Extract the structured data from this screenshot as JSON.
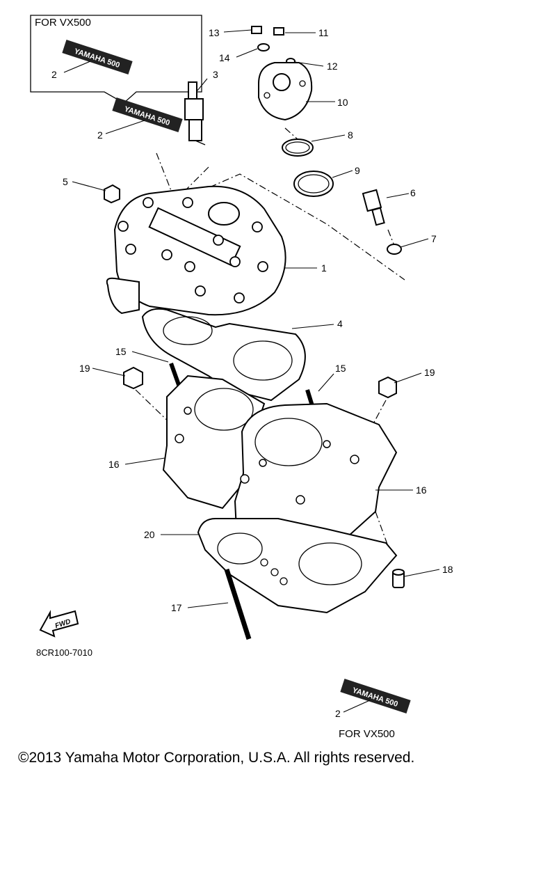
{
  "inset_top": {
    "title": "FOR VX500"
  },
  "inset_bottom": {
    "caption": "FOR VX500"
  },
  "decal_text": "YAMAHA 500",
  "callouts": {
    "c1": "1",
    "c2a": "2",
    "c2b": "2",
    "c2c": "2",
    "c3": "3",
    "c4": "4",
    "c5": "5",
    "c6": "6",
    "c7": "7",
    "c8": "8",
    "c9": "9",
    "c10": "10",
    "c11": "11",
    "c12": "12",
    "c13": "13",
    "c14": "14",
    "c15a": "15",
    "c15b": "15",
    "c16a": "16",
    "c16b": "16",
    "c17": "17",
    "c18": "18",
    "c19a": "19",
    "c19b": "19",
    "c20": "20"
  },
  "fwd_label": "FWD",
  "diagram_code": "8CR100-7010",
  "copyright": "©2013 Yamaha Motor Corporation, U.S.A. All rights reserved."
}
